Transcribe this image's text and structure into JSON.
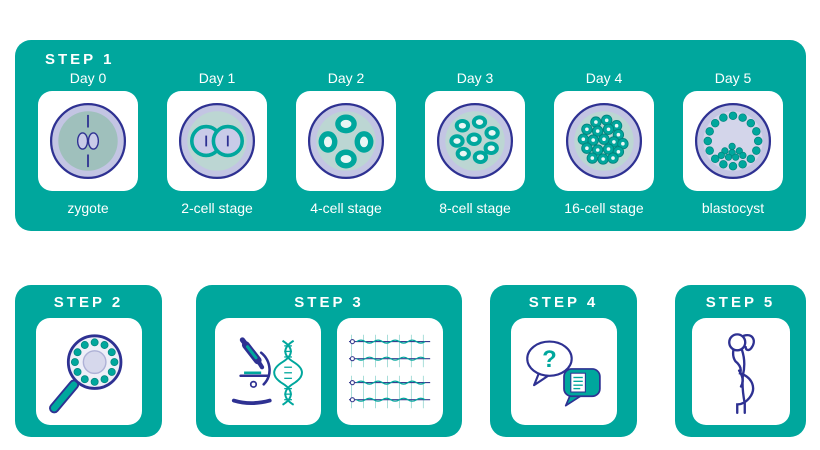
{
  "colors": {
    "teal": "#00A79D",
    "outline_blue": "#2E3192",
    "lavender": "#C3C5E3",
    "pale_teal": "#BCD6D3",
    "white": "#FFFFFF"
  },
  "step1": {
    "label": "STEP 1",
    "days": [
      {
        "day": "Day 0",
        "stage": "zygote",
        "icon": "zygote-icon"
      },
      {
        "day": "Day 1",
        "stage": "2-cell stage",
        "icon": "two-cell-icon"
      },
      {
        "day": "Day 2",
        "stage": "4-cell stage",
        "icon": "four-cell-icon"
      },
      {
        "day": "Day 3",
        "stage": "8-cell stage",
        "icon": "eight-cell-icon"
      },
      {
        "day": "Day 4",
        "stage": "16-cell stage",
        "icon": "sixteen-cell-icon"
      },
      {
        "day": "Day 5",
        "stage": "blastocyst",
        "icon": "blastocyst-icon"
      }
    ]
  },
  "step2": {
    "label": "STEP 2",
    "icon": "magnifier-embryo-icon"
  },
  "step3": {
    "label": "STEP 3",
    "icons": [
      "microscope-dna-icon",
      "genetic-chart-icon"
    ]
  },
  "step4": {
    "label": "STEP 4",
    "icon": "consultation-bubbles-icon",
    "question_mark": "?"
  },
  "step5": {
    "label": "STEP 5",
    "icon": "pregnant-woman-icon"
  }
}
